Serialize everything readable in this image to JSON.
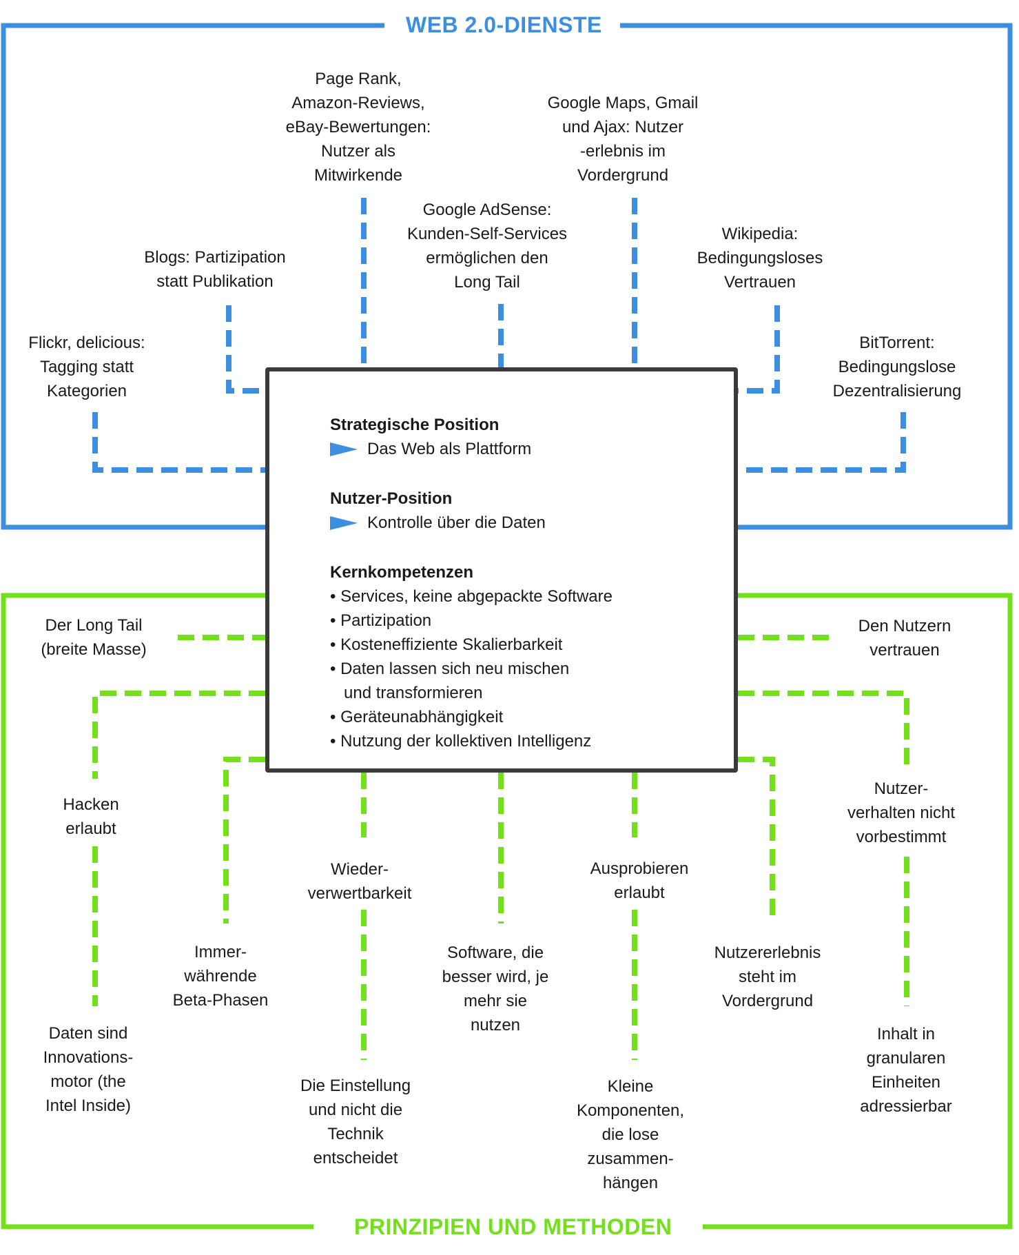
{
  "diagram": {
    "colors": {
      "top": "#3c8fe0",
      "bottom": "#72e01a",
      "box": "#3a3a3a"
    },
    "top_title": "WEB 2.0-DIENSTE",
    "bottom_title": "PRINZIPIEN UND METHODEN",
    "center": {
      "section1_title": "Strategische Position",
      "section1_item": "Das Web als Plattform",
      "section2_title": "Nutzer-Position",
      "section2_item": "Kontrolle über die Daten",
      "section3_title": "Kernkompetenzen",
      "bullets": [
        "• Services, keine abgepackte Software",
        "• Partizipation",
        "• Kosteneffiziente Skalierbarkeit",
        "• Daten lassen sich neu mischen",
        "   und transformieren",
        "• Geräteunabhängigkeit",
        "• Nutzung der kollektiven Intelligenz"
      ]
    },
    "top_labels": {
      "flickr": "Flickr, delicious:\nTagging statt\nKategorien",
      "blogs": "Blogs: Partizipation\nstatt Publikation",
      "pagerank": "Page Rank,\nAmazon-Reviews,\neBay-Bewertungen:\nNutzer als\nMitwirkende",
      "adsense": "Google AdSense:\nKunden-Self-Services\nermöglichen den\nLong Tail",
      "maps": "Google Maps, Gmail\nund Ajax: Nutzer\n-erlebnis im\nVordergrund",
      "wikipedia": "Wikipedia:\nBedingungsloses\nVertrauen",
      "bittorrent": "BitTorrent:\nBedingungslose\nDezentralisierung"
    },
    "bottom_labels": {
      "longtail": "Der Long Tail\n(breite Masse)",
      "vertrauen": "Den Nutzern\nvertrauen",
      "hacken": "Hacken\nerlaubt",
      "daten": "Daten sind\nInnovations-\nmotor (the\nIntel Inside)",
      "beta": "Immer-\nwährende\nBeta-Phasen",
      "wieder": "Wieder-\nverwertbarkeit",
      "einstellung": "Die Einstellung\nund nicht die\nTechnik\nentscheidet",
      "software": "Software, die\nbesser wird, je\nmehr sie\nnutzen",
      "ausprobieren": "Ausprobieren\nerlaubt",
      "komponenten": "Kleine\nKomponenten,\ndie lose\nzusammen-\nhängen",
      "nutzererlebnis": "Nutzererlebnis\nsteht im\nVordergrund",
      "nutzerverhalten": "Nutzer-\nverhalten nicht\nvorbestimmt",
      "inhalt": "Inhalt in\ngranularen\nEinheiten\nadressierbar"
    }
  }
}
